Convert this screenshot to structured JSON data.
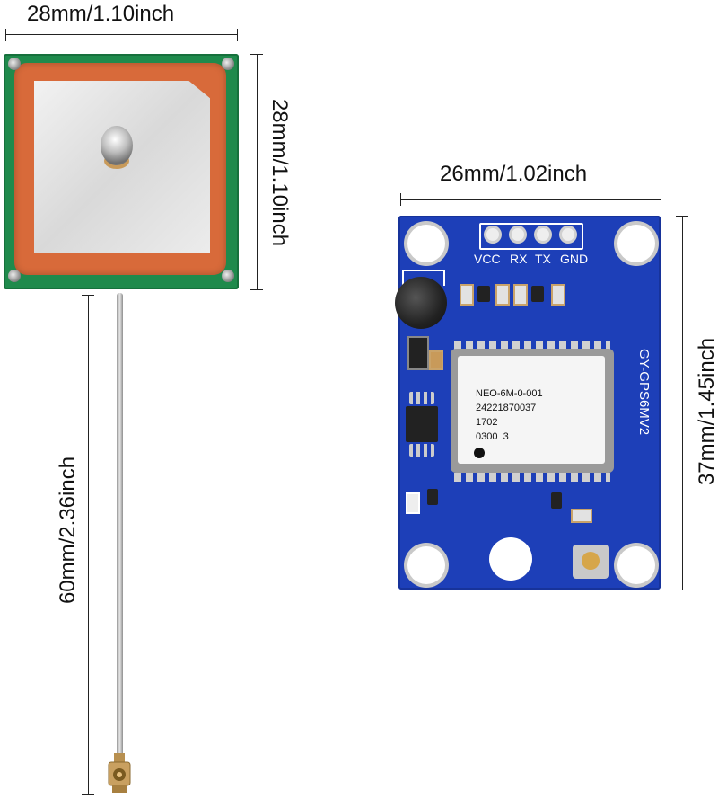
{
  "dimensions": {
    "antenna_width": "28mm/1.10inch",
    "antenna_height": "28mm/1.10inch",
    "cable_length": "60mm/2.36inch",
    "module_width": "26mm/1.02inch",
    "module_height": "37mm/1.45inch"
  },
  "module": {
    "silkscreen_name": "GY-GPS6MV2",
    "pins": [
      "VCC",
      "RX",
      "TX",
      "GND"
    ],
    "chip_label": {
      "line1": "NEO-6M-0-001",
      "line2": "24221870037",
      "line3": "1702",
      "line4": "0300  3"
    }
  },
  "colors": {
    "antenna_board": "#1f8a4c",
    "antenna_ceramic": "#d86a3a",
    "module_board": "#1d3fb8"
  }
}
